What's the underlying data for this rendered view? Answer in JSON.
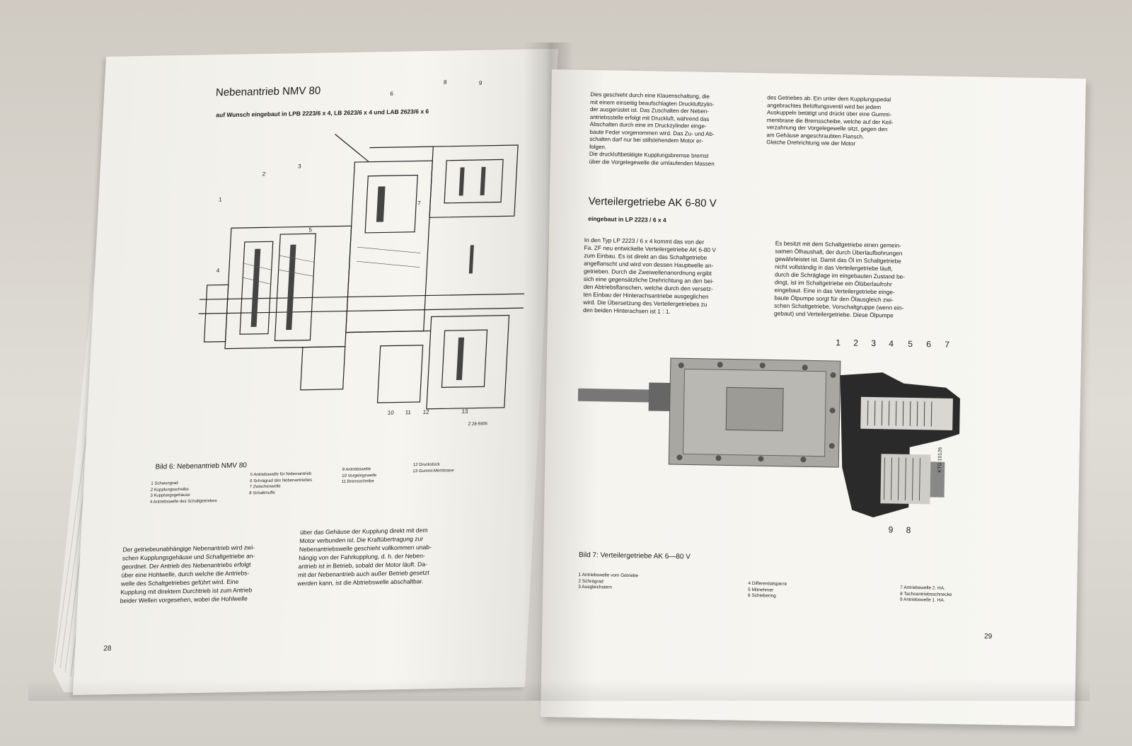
{
  "left_page": {
    "title": "Nebenantrieb NMV 80",
    "subtitle": "auf Wunsch eingebaut in LPB 2223/6 x 4, LB 2623/6 x 4 und LAB 2623/6 x 6",
    "drawing_code": "Z 28-9305",
    "callouts_top": [
      "6",
      "8",
      "9"
    ],
    "callouts_mid": [
      "2",
      "3",
      "1",
      "5",
      "7",
      "4"
    ],
    "callouts_bottom": [
      "10",
      "11",
      "12",
      "13"
    ],
    "figure_caption": "Bild 6: Nebenantrieb NMV 80",
    "legend_col1": "1  Schwungrad\n2  Kupplungsscheibe\n3  Kupplungsgehäuse\n4  Antriebswelle des Schaltgetriebes",
    "legend_col2": "5  Antriebswelle für Nebenantrieb\n6  Schrägrad des Nebenantriebes\n7  Zwischenwelle\n8  Schaltmuffe",
    "legend_col3": "9  Antriebswelle\n10  Vorgelegewelle\n11  Bremsscheibe",
    "legend_col4": "12  Druckstück\n13  Gummi-Membrane",
    "body_col1": "Der getriebeunabhängige Nebenantrieb wird zwi-\nschen Kupplungsgehäuse und Schaltgetriebe an-\ngeordnet. Der Antrieb des Nebenantriebs erfolgt\nüber eine Hohlwelle, durch welche die Antriebs-\nwelle des Schaltgetriebes geführt wird. Eine\nKupplung mit direktem Durchtrieb ist zum Antrieb\nbeider Wellen vorgesehen, wobei die Hohlwelle",
    "body_col2": "über das Gehäuse der Kupplung direkt mit dem\nMotor verbunden ist. Die Kraftübertragung zur\nNebenantriebswelle geschieht vollkommen unab-\nhängig von der Fahrkupplung, d. h. der Neben-\nantrieb ist in Betrieb, sobald der Motor läuft. Da-\nmit der Nebenantrieb auch außer Betrieb gesetzt\nwerden kann, ist die Abtriebswelle abschaltbar.",
    "page_number": "28"
  },
  "right_page": {
    "top_col1": "Dies geschieht durch eine Klauenschaltung, die\nmit einem einseitig beaufschlagten Druckluftzylin-\nder ausgerüstet ist. Das Zuschalten der Neben-\nantriebsstelle erfolgt mit Druckluft, während das\nAbschalten durch eine im Druckzylinder einge-\nbaute Feder vorgenommen wird. Das Zu- und Ab-\nschalten darf nur bei stillstehendem Motor er-\nfolgen.\nDie druckluftbetätigte Kupplungsbremse bremst\nüber die Vorgelegewelle die umlaufenden Massen",
    "top_col2": "des Getriebes ab. Ein unter dem Kupplungspedal\nangebrachtes Belüftungsventil wird bei jedem\nAuskuppeln betätigt und drückt über eine Gummi-\nmembrane die Bremsscheibe, welche auf der Keil-\nverzahnung der Vorgelegewelle sitzt, gegen den\nam Gehäuse angeschraubten Flansch.\nGleiche Drehrichtung wie der Motor",
    "section_title": "Verteilergetriebe AK 6-80 V",
    "section_subtitle": "eingebaut in LP 2223 / 6 x 4",
    "body_col1": "In den Typ LP 2223 / 6 x 4 kommt das von der\nFa. ZF neu entwickelte Verteilergetriebe AK 6-80 V\nzum Einbau. Es ist direkt an das Schaltgetriebe\nangeflanscht und wird von dessen Hauptwelle an-\ngetrieben. Durch die Zweiwellenanordnung ergibt\nsich eine gegensätzliche Drehrichtung an den bei-\nden Abtriebsflanschen, welche durch den versetz-\nten Einbau der Hinterachsantriebe ausgeglichen\nwird. Die Übersetzung des Verteilergetriebes zu\nden beiden Hinterachsen ist 1 : 1.",
    "body_col2": "Es besitzt mit dem Schaltgetriebe einen gemein-\nsamen Ölhaushalt, der durch Überlaufbohrungen\ngewährleistet ist. Damit das Öl im Schaltgetriebe\nnicht vollständig in das Verteilergetriebe läuft,\ndurch die Schräglage im eingebauten Zustand be-\ndingt, ist im Schaltgetriebe ein Ölüberlaufrohr\neingebaut. Eine in das Verteilergetriebe einge-\nbaute Ölpumpe sorgt für den Ölausgleich zwi-\nschen Schaltgetriebe, Vorschaltgruppe (wenn ein-\ngebaut) und Verteilergetriebe. Diese Ölpumpe",
    "callouts_top": [
      "1",
      "2",
      "3",
      "4",
      "5",
      "6",
      "7"
    ],
    "callouts_bottom": [
      "9",
      "8"
    ],
    "photo_code": "KTG 10126",
    "figure_caption": "Bild 7: Verteilergetriebe AK 6—80 V",
    "legend_col1": "1  Antriebswelle vom Getriebe\n2  Schrägrad\n3  Ausgleichstern",
    "legend_col2": "4  Differentialsperre\n5  Mitnehmer\n6  Schiebering",
    "legend_col3": "7  Antriebswelle 2. HA.\n8  Tachoantriebsschnecke\n9  Antriebswelle 1. HA.",
    "page_number": "29"
  }
}
